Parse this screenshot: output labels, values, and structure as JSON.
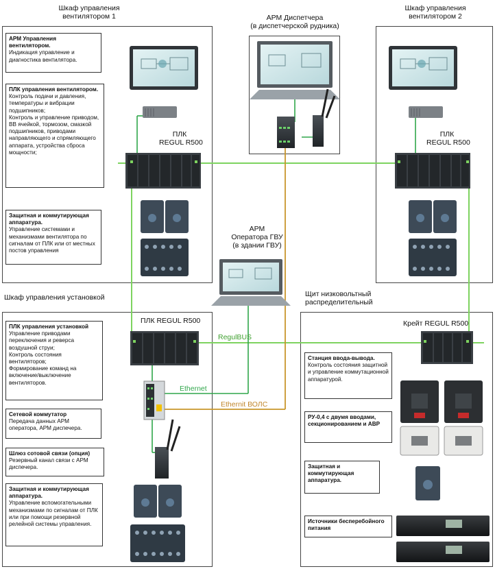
{
  "panels": {
    "fan1": "Шкаф управления\nвентилятором 1",
    "dispatcher": "АРМ Диспетчера\n(в диспетчерской рудника)",
    "fan2": "Шкаф управления\nвентилятором 2",
    "operator": "АРМ\nОператора ГВУ\n(в здании ГВУ)",
    "install": "Шкаф управления установкой",
    "lv_board": "Щит низковольтный\nраспределительный"
  },
  "plc_labels": {
    "fan1": "ПЛК\nREGUL R500",
    "fan2": "ПЛК\nREGUL R500",
    "install": "ПЛК REGUL R500",
    "crate": "Крейт REGUL R500"
  },
  "links": {
    "regulbus": "RegulBUS",
    "ethernet": "Ethernet",
    "fiber": "Ethernit ВОЛС"
  },
  "notes": {
    "arm_fan": {
      "title": "АРМ Управления вентилятором.",
      "body": "Индикация управление и диагностика вентилятора."
    },
    "plc_fan": {
      "title": "ПЛК управления вентилятором.",
      "body": "Контроль подачи и давления, температуры и вибрации подшипников;\nКонтроль и управление приводом, ВВ ячейкой, тормозом, смазкой подшипников, приводами направляющего и спрямляющего аппарата, устройства сброса мощности;"
    },
    "prot_fan": {
      "title": "Защитная и коммутирующая аппаратура.",
      "body": "Управление системами и механизмами вентилятора по сигналам от ПЛК или от местных постов управления"
    },
    "plc_install": {
      "title": "ПЛК управления установкой",
      "body": "Управление приводами переключения и реверса воздушной струи;\nКонтроль состояния вентиляторов;\nФормирование команд на включение/выключение вентиляторов."
    },
    "switch": {
      "title": "Сетевой коммутатор",
      "body": "Передача данных АРМ оператора, АРМ диспечера."
    },
    "gateway": {
      "title": "Шлюз сотовой связи (опция)",
      "body": "Резервный канал связи с АРМ диспечера."
    },
    "prot_install": {
      "title": "Защитная и коммутирующая аппаратура.",
      "body": "Управление вспомогательными механизмами по сигналам от ПЛК или при помощи резервной релейной системы управления."
    },
    "io_station": {
      "title": "Станция ввода-вывода.",
      "body": "Контроль состояния защитной и управление коммутационной аппаратурой."
    },
    "ru04": {
      "title": "РУ-0,4 с двумя вводами, секционированием и АВР",
      "body": ""
    },
    "prot_lv": {
      "title": "Защитная и коммутирующая аппаратура.",
      "body": ""
    },
    "ups": {
      "title": "Источники бесперебойного питания",
      "body": ""
    }
  },
  "colors": {
    "regulbus": "#7dd35f",
    "ethernet": "#2fa64a",
    "fiber": "#c8962a",
    "device_dark": "#2b2f33",
    "screen": "#cfe6e9"
  }
}
